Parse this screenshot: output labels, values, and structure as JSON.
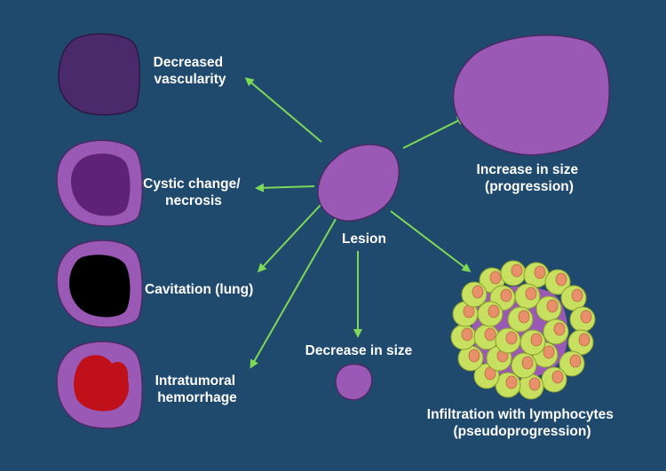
{
  "colors": {
    "background": "#1f4a6e",
    "lesion": "#9b59b6",
    "arrow": "#7ed957",
    "dark_purple": "#4b2a6b",
    "necrosis": "#5e2378",
    "cavity": "#000000",
    "hemorrhage": "#c0101a",
    "lymphocyte": "#c8e060",
    "lymphocyte_nucleus": "#e8906a"
  },
  "labels": {
    "center": "Lesion",
    "decreased_vascularity": [
      "Decreased",
      "vascularity"
    ],
    "cystic_change": [
      "Cystic change/",
      "necrosis"
    ],
    "cavitation": "Cavitation (lung)",
    "hemorrhage": [
      "Intratumoral",
      "hemorrhage"
    ],
    "decrease_size": "Decrease in size",
    "increase_size": [
      "Increase in size",
      "(progression)"
    ],
    "infiltration": [
      "Infiltration with lymphocytes",
      "(pseudoprogression)"
    ]
  }
}
